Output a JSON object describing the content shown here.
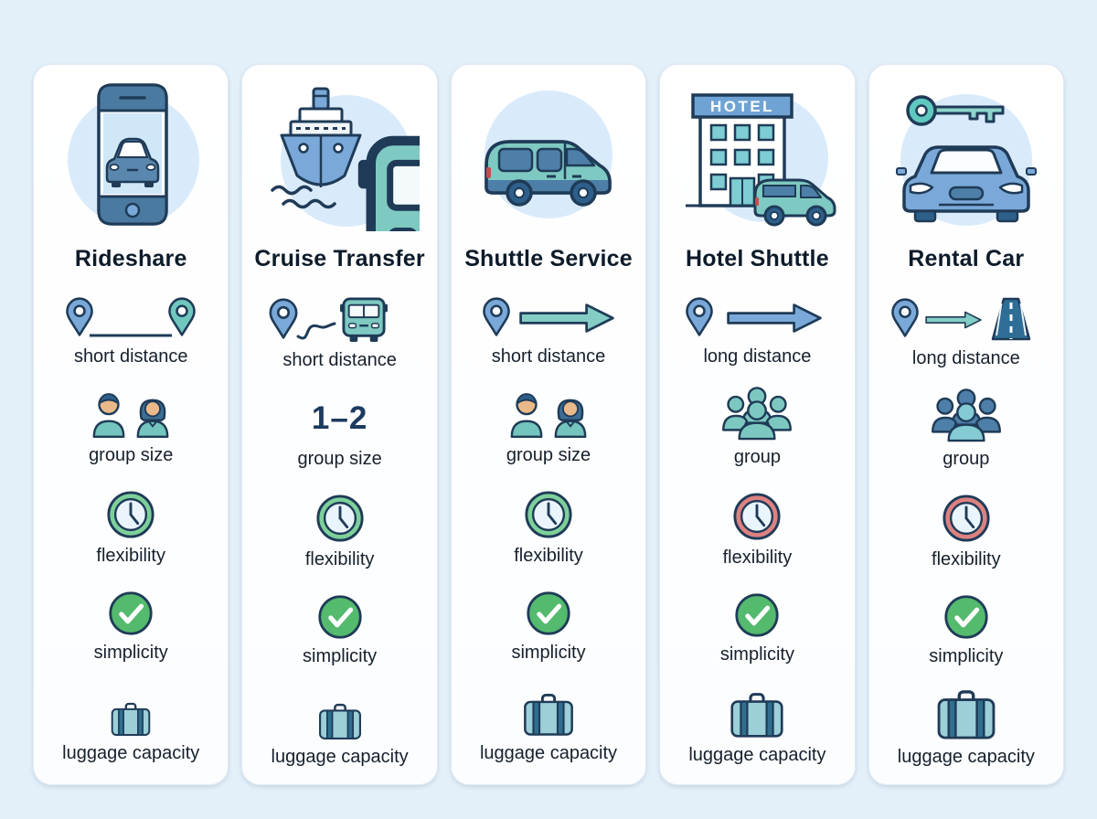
{
  "palette": {
    "background": "#e3f0fa",
    "card": "#ffffff",
    "hero_circle": "#d9eafb",
    "outline_navy": "#1f3b57",
    "blue": "#7aa9d9",
    "teal": "#6fc7be",
    "van_teal": "#7ec9c1",
    "clock_green": "#7ed09a",
    "clock_red": "#dd8181",
    "check_green": "#54ba6e",
    "suitcase_teal": "#9ccfd8",
    "number_navy": "#1d3a5f"
  },
  "cards": [
    {
      "title": "Rideshare",
      "hero_icon": "smartphone-car-icon",
      "distance": {
        "label": "short distance",
        "icons": [
          "map-pin-blue-icon",
          "route-line",
          "map-pin-teal-icon"
        ]
      },
      "group": {
        "label": "group size",
        "icons": [
          "person-man-icon",
          "person-woman-icon"
        ]
      },
      "flexibility": {
        "label": "flexibility",
        "icon": "clock-icon",
        "state_color": "#7ed09a"
      },
      "simplicity": {
        "label": "simplicity",
        "icon": "check-circle-icon",
        "state_color": "#54ba6e"
      },
      "luggage": {
        "label": "luggage capacity",
        "icon": "suitcase-icon",
        "relative_size": 1
      }
    },
    {
      "title": "Cruise Transfer",
      "hero_icon": "cruise-ship-bus-icon",
      "distance": {
        "label": "short distance",
        "icons": [
          "map-pin-blue-icon",
          "route-squiggle",
          "bus-front-icon"
        ]
      },
      "group": {
        "label": "group size",
        "value": "1–2"
      },
      "flexibility": {
        "label": "flexibility",
        "icon": "clock-icon",
        "state_color": "#7ed09a"
      },
      "simplicity": {
        "label": "simplicity",
        "icon": "check-circle-icon",
        "state_color": "#54ba6e"
      },
      "luggage": {
        "label": "luggage capacity",
        "icon": "suitcase-icon",
        "relative_size": 2
      }
    },
    {
      "title": "Shuttle Service",
      "hero_icon": "shuttle-van-icon",
      "distance": {
        "label": "short distance",
        "icons": [
          "map-pin-blue-icon",
          "arrow-teal-icon"
        ]
      },
      "group": {
        "label": "group size",
        "icons": [
          "person-man-icon",
          "person-woman-icon"
        ]
      },
      "flexibility": {
        "label": "flexibility",
        "icon": "clock-icon",
        "state_color": "#7ed09a"
      },
      "simplicity": {
        "label": "simplicity",
        "icon": "check-circle-icon",
        "state_color": "#54ba6e"
      },
      "luggage": {
        "label": "luggage capacity",
        "icon": "suitcase-icon",
        "relative_size": 3
      }
    },
    {
      "title": "Hotel Shuttle",
      "hero_icon": "hotel-building-van-icon",
      "hero_sign": "HOTEL",
      "distance": {
        "label": "long distance",
        "icons": [
          "map-pin-blue-icon",
          "arrow-blue-icon"
        ]
      },
      "group": {
        "label": "group",
        "icons": [
          "people-group-teal-icon"
        ]
      },
      "flexibility": {
        "label": "flexibility",
        "icon": "clock-icon",
        "state_color": "#dd8181"
      },
      "simplicity": {
        "label": "simplicity",
        "icon": "check-circle-icon",
        "state_color": "#54ba6e"
      },
      "luggage": {
        "label": "luggage capacity",
        "icon": "suitcase-icon",
        "relative_size": 4
      }
    },
    {
      "title": "Rental Car",
      "hero_icon": "key-car-icon",
      "distance": {
        "label": "long distance",
        "icons": [
          "map-pin-blue-icon",
          "arrow-teal-icon",
          "road-icon"
        ]
      },
      "group": {
        "label": "group",
        "icons": [
          "people-group-blue-icon"
        ]
      },
      "flexibility": {
        "label": "flexibility",
        "icon": "clock-icon",
        "state_color": "#dd8181"
      },
      "simplicity": {
        "label": "simplicity",
        "icon": "check-circle-icon",
        "state_color": "#54ba6e"
      },
      "luggage": {
        "label": "luggage capacity",
        "icon": "suitcase-icon",
        "relative_size": 5
      }
    }
  ]
}
